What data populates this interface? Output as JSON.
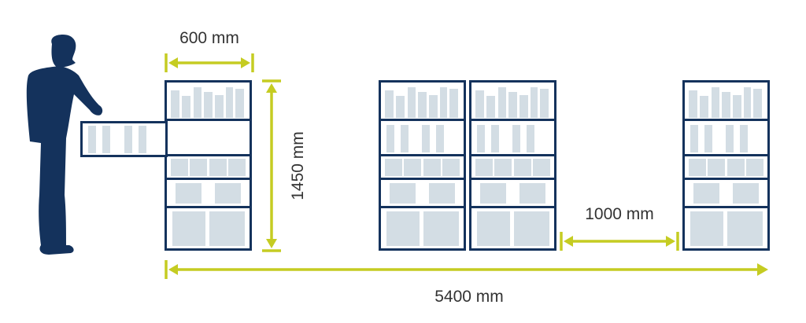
{
  "colors": {
    "frame": "#14325c",
    "book": "#d3dde4",
    "dimension": "#c5cc22",
    "figure": "#14325c",
    "text": "#333333"
  },
  "dimensions": {
    "shelf_width": "600 mm",
    "shelf_height": "1450 mm",
    "aisle_gap": "1000 mm",
    "total_length": "5400 mm"
  },
  "figure": {
    "icon": "person-silhouette-icon"
  }
}
